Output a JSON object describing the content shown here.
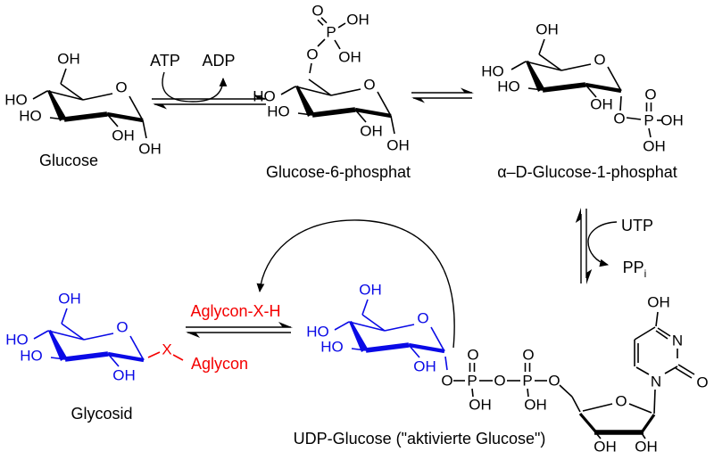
{
  "molecules": {
    "glucose": {
      "name": "Glucose"
    },
    "glucose_6_phosphat": {
      "name": "Glucose-6-phosphat"
    },
    "alpha_d_glucose_1_phosphat": {
      "name": "α–D-Glucose-1-phosphat"
    },
    "glycosid": {
      "name": "Glycosid"
    },
    "udp_glucose": {
      "name": "UDP-Glucose (\"aktivierte Glucose\")"
    }
  },
  "cofactors": {
    "atp": "ATP",
    "adp": "ADP",
    "utp": "UTP",
    "pp": "PP",
    "pp_subscript": "i"
  },
  "aglycon": {
    "reagent": "Aglycon-X-H",
    "x": "X",
    "name": "Aglycon"
  },
  "atoms": {
    "oh": "OH",
    "ho": "HO",
    "o": "O",
    "p": "P",
    "n": "N"
  },
  "colors": {
    "bonds": "#000000",
    "glucose_highlight": "#0a0ae6",
    "aglycon_highlight": "#f40000",
    "background": "#ffffff"
  }
}
